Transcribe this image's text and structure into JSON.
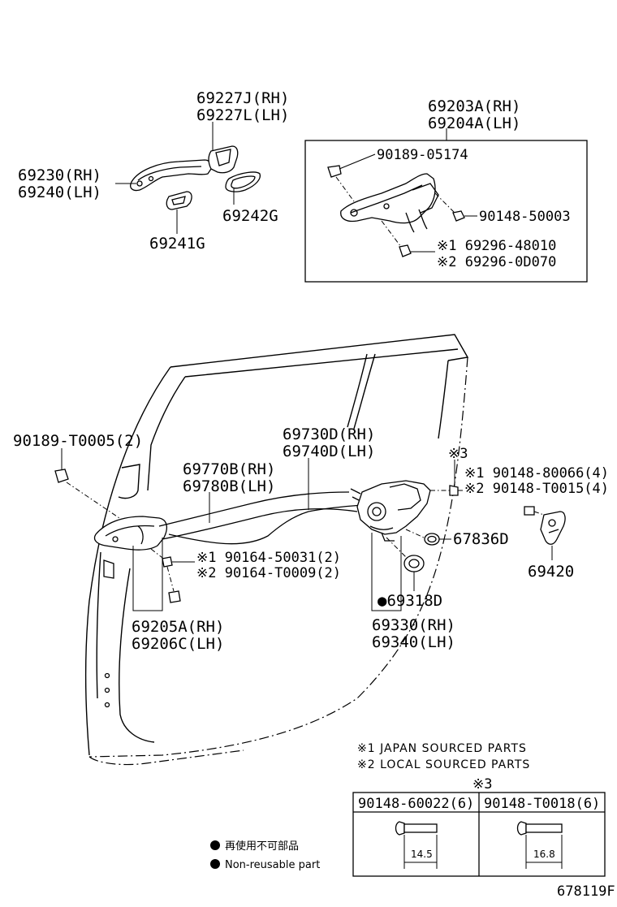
{
  "labels": {
    "outer_handle_rh": "69227J(RH)",
    "outer_handle_lh": "69227L(LH)",
    "handle_assy_rh": "69230(RH)",
    "handle_assy_lh": "69240(LH)",
    "pad_69242g": "69242G",
    "pad_69241g": "69241G",
    "frame_rh": "69203A(RH)",
    "frame_lh": "69204A(LH)",
    "clip_90189_05174": "90189-05174",
    "screw_90148_50003": "90148-50003",
    "bolt_69296_48010": "※1 69296-48010",
    "bolt_69296_0d070": "※2 69296-0D070",
    "clip_90189_t0005": "90189-T0005(2)",
    "cable_69730d": "69730D(RH)",
    "cable_69740d": "69740D(LH)",
    "mark3_top": "※3",
    "screw_90148_80066": "※1 90148-80066(4)",
    "screw_90148_t0015": "※2 90148-T0015(4)",
    "cable_69770b": "69770B(RH)",
    "cable_69780b": "69780B(LH)",
    "screw_90164_50031": "※1 90164-50031(2)",
    "screw_90164_t0009": "※2 90164-T0009(2)",
    "seal_67836d": "67836D",
    "striker_69420": "69420",
    "grommet_69318d": "●69318D",
    "lock_69330": "69330(RH)",
    "lock_69340": "69340(LH)",
    "inner_handle_69205a": "69205A(RH)",
    "inner_handle_69206c": "69206C(LH)"
  },
  "notes": {
    "note1": "※1 JAPAN SOURCED PARTS",
    "note2": "※2 LOCAL SOURCED PARTS",
    "mark3_table": "※3"
  },
  "screw_table": {
    "col1_header": "90148-60022(6)",
    "col2_header": "90148-T0018(6)",
    "col1_dim": "14.5",
    "col2_dim": "16.8"
  },
  "legend": {
    "jp": "再使用不可部品",
    "en": "Non-reusable part"
  },
  "figure_id": "678119F"
}
